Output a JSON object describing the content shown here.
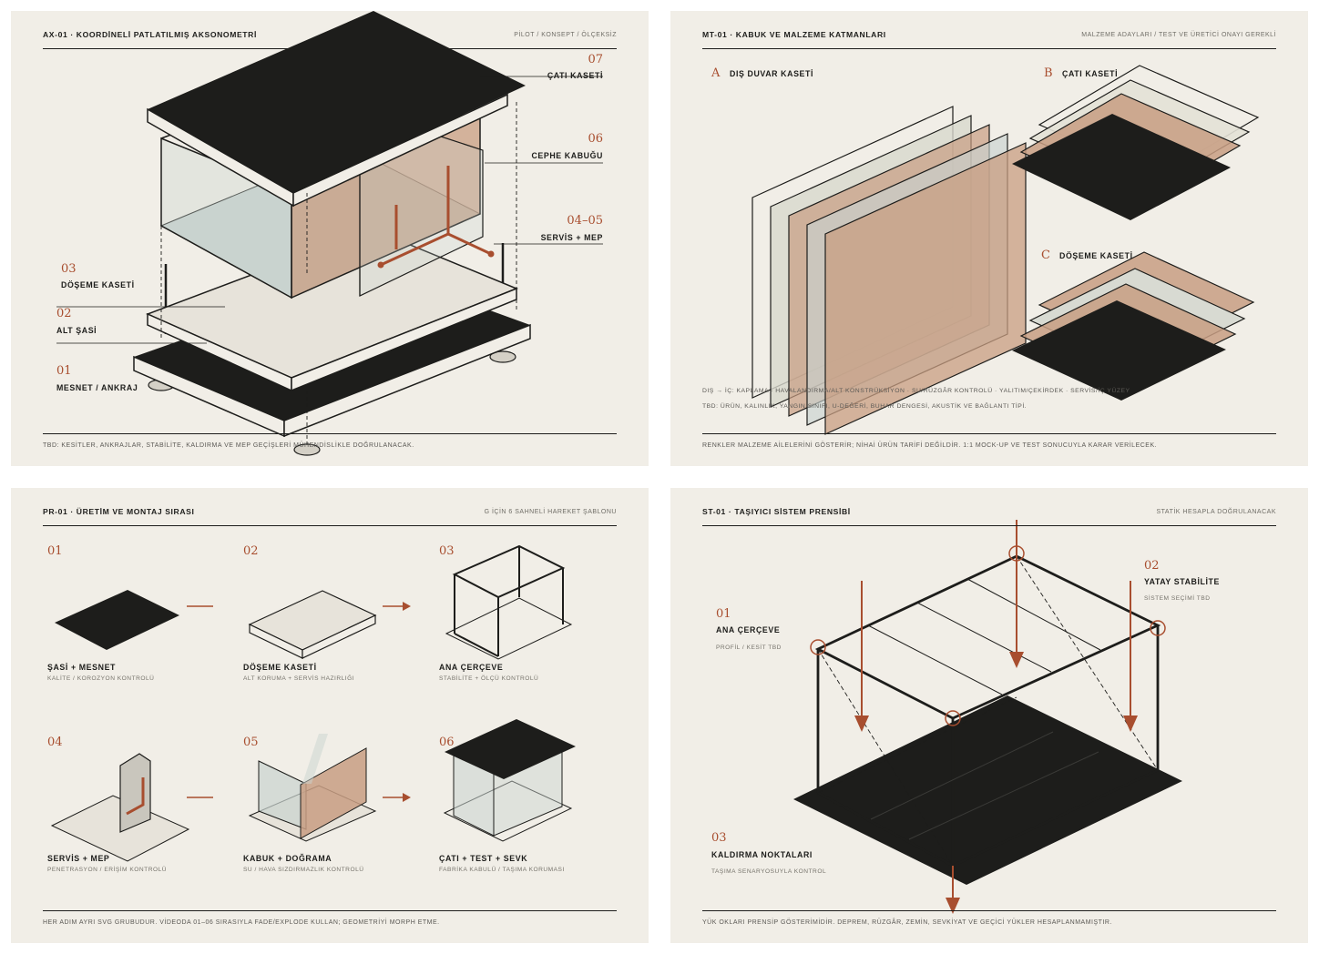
{
  "colors": {
    "ink": "#1d1d1b",
    "paper": "#f1eee7",
    "accent": "#a84e2f",
    "copper": "#c89d82",
    "glass": "#c9d3cf",
    "cream": "#e7e3da"
  },
  "ax": {
    "title": "AX-01 · KOORDİNELİ PATLATILMIŞ AKSONOMETRİ",
    "note": "PİLOT / KONSEPT / ÖLÇEKSİZ",
    "footer": "TBD: KESİTLER, ANKRAJLAR, STABİLİTE, KALDIRMA VE MEP GEÇİŞLERİ MÜHENDİSLİKLE DOĞRULANACAK.",
    "callouts": [
      {
        "num": "07",
        "label": "ÇATI KASETİ"
      },
      {
        "num": "06",
        "label": "CEPHE KABUĞU"
      },
      {
        "num": "04–05",
        "label": "SERVİS + MEP"
      },
      {
        "num": "03",
        "label": "DÖŞEME KASETİ"
      },
      {
        "num": "02",
        "label": "ALT ŞASİ"
      },
      {
        "num": "01",
        "label": "MESNET / ANKRAJ"
      }
    ]
  },
  "mt": {
    "title": "MT-01 · KABUK VE MALZEME KATMANLARI",
    "note": "MALZEME ADAYLARI / TEST VE ÜRETİCİ ONAYI GEREKLİ",
    "groups": [
      {
        "letter": "A",
        "label": "DIŞ DUVAR KASETİ"
      },
      {
        "letter": "B",
        "label": "ÇATI KASETİ"
      },
      {
        "letter": "C",
        "label": "DÖŞEME KASETİ"
      }
    ],
    "line1": "DIŞ → İÇ: KAPLAMA · HAVALANDIRMA/ALT KONSTRÜKSİYON · SU/RÜZGÂR KONTROLÜ · YALITIM/ÇEKİRDEK · SERVİS/İÇ YÜZEY",
    "line2": "TBD: ÜRÜN, KALINLIK, YANGIN SINIFI, U-DEĞERİ, BUHAR DENGESİ, AKUSTİK VE BAĞLANTI TİPİ.",
    "footer": "RENKLER MALZEME AİLELERİNİ GÖSTERİR; NİHAİ ÜRÜN TARİFİ DEĞİLDİR. 1:1 MOCK-UP VE TEST SONUCUYLA KARAR VERİLECEK."
  },
  "pr": {
    "title": "PR-01 · ÜRETİM VE MONTAJ SIRASI",
    "note": "G İÇİN 6 SAHNELİ HAREKET ŞABLONU",
    "steps": [
      {
        "num": "01",
        "label": "ŞASİ + MESNET",
        "sub": "KALİTE / KOROZYON KONTROLÜ"
      },
      {
        "num": "02",
        "label": "DÖŞEME KASETİ",
        "sub": "ALT KORUMA + SERVİS HAZIRLIĞI"
      },
      {
        "num": "03",
        "label": "ANA ÇERÇEVE",
        "sub": "STABİLİTE + ÖLÇÜ KONTROLÜ"
      },
      {
        "num": "04",
        "label": "SERVİS + MEP",
        "sub": "PENETRASYON / ERİŞİM KONTROLÜ"
      },
      {
        "num": "05",
        "label": "KABUK + DOĞRAMA",
        "sub": "SU / HAVA SIZDIRMAZLIK KONTROLÜ"
      },
      {
        "num": "06",
        "label": "ÇATI + TEST + SEVK",
        "sub": "FABRİKA KABULÜ / TAŞIMA KORUMASI"
      }
    ],
    "footer": "HER ADIM AYRI SVG GRUBUDUR. VİDEODA 01–06 SIRASIYLA FADE/EXPLODE KULLAN; GEOMETRİYİ MORPH ETME."
  },
  "st": {
    "title": "ST-01 · TAŞIYICI SİSTEM PRENSİBİ",
    "note": "STATİK HESAPLA DOĞRULANACAK",
    "items": [
      {
        "num": "01",
        "label": "ANA ÇERÇEVE",
        "sub": "PROFİL / KESİT TBD"
      },
      {
        "num": "02",
        "label": "YATAY STABİLİTE",
        "sub": "SİSTEM SEÇİMİ TBD"
      },
      {
        "num": "03",
        "label": "KALDIRMA NOKTALARI",
        "sub": "TAŞIMA SENARYOSUYLA KONTROL"
      }
    ],
    "footer": "YÜK OKLARI PRENSİP GÖSTERİMİDİR. DEPREM, RÜZGÂR, ZEMİN, SEVKİYAT VE GEÇİCİ YÜKLER HESAPLANMAMIŞTIR."
  }
}
